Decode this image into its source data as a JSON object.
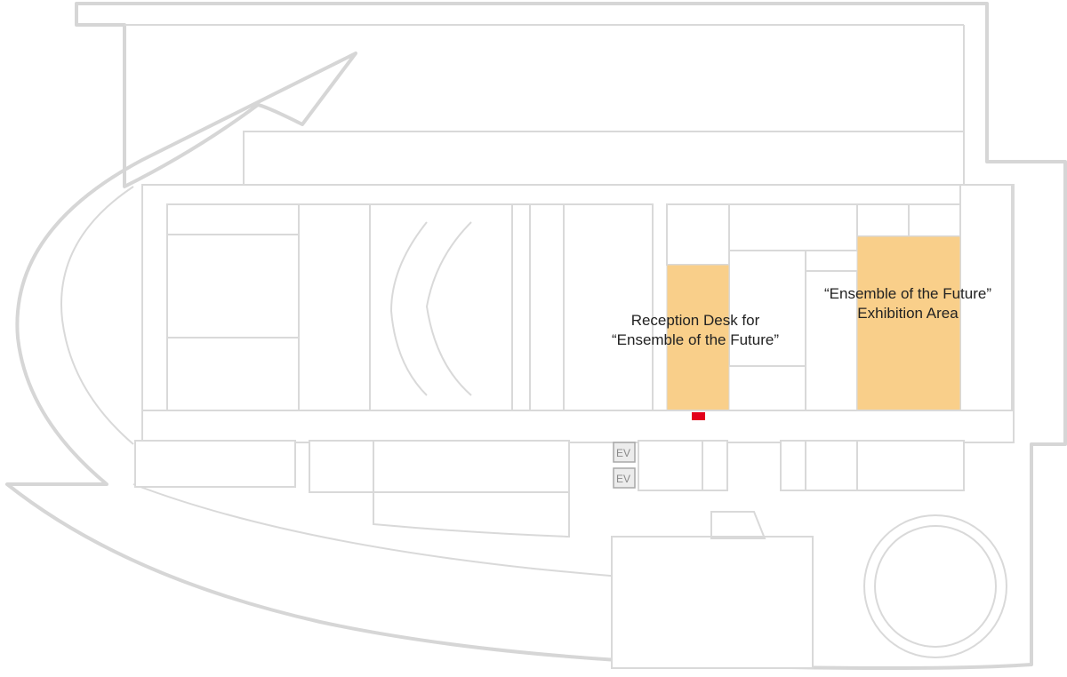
{
  "map": {
    "colors": {
      "highlight": "#f9cf8a",
      "marker": "#e3001b",
      "wall": "#d9d9d9",
      "background": "#ffffff"
    },
    "labels": {
      "reception_line1": "Reception Desk for",
      "reception_line2": "“Ensemble of the Future”",
      "exhibition_line1": "“Ensemble of the Future”",
      "exhibition_line2": "Exhibition Area"
    },
    "elevators": [
      "EV",
      "EV"
    ],
    "icons": {
      "reception_marker": "red-square-marker",
      "elevator": "elevator-icon"
    }
  }
}
